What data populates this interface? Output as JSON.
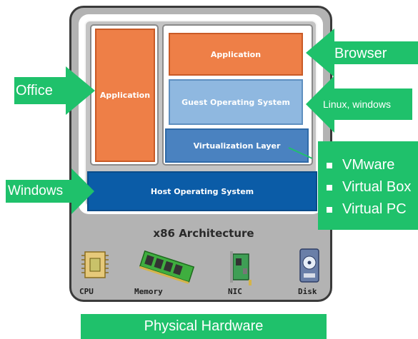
{
  "stack": {
    "app_left": "Application",
    "app_right": "Application",
    "guest_os": "Guest Operating System",
    "virtualization_layer": "Virtualization Layer",
    "host_os": "Host Operating System",
    "architecture": "x86 Architecture"
  },
  "hardware": {
    "cpu": "CPU",
    "memory": "Memory",
    "nic": "NIC",
    "disk": "Disk",
    "footer": "Physical Hardware"
  },
  "callouts": {
    "office": "Office",
    "windows": "Windows",
    "browser": "Browser",
    "linux": "Linux, windows"
  },
  "hypervisors": [
    "VMware",
    "Virtual Box",
    "Virtual PC"
  ],
  "colors": {
    "green": "#1fc16b",
    "orange": "#ee7f47",
    "light_blue": "#8fb8e0",
    "mid_blue": "#4a82c0",
    "dark_blue": "#0b5ca7"
  }
}
